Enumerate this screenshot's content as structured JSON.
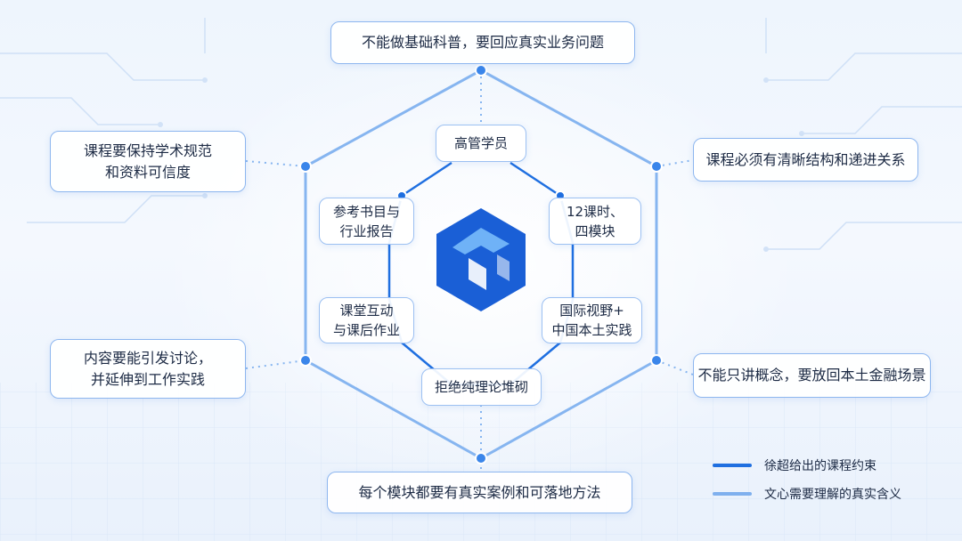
{
  "outer_nodes": {
    "top": "不能做基础科普，要回应真实业务问题",
    "left_upper": "课程要保持学术规范\n和资料可信度",
    "right_upper": "课程必须有清晰结构和递进关系",
    "left_lower": "内容要能引发讨论，\n并延伸到工作实践",
    "right_lower": "不能只讲概念，要放回本土金融场景",
    "bottom": "每个模块都要有真实案例和可落地方法"
  },
  "inner_nodes": {
    "top": "高管学员",
    "upper_left": "参考书目与\n行业报告",
    "upper_right": "12课时、\n四模块",
    "lower_left": "课堂互动\n与课后作业",
    "lower_right": "国际视野+\n中国本土实践",
    "bottom": "拒绝纯理论堆砌"
  },
  "legend": [
    {
      "label": "徐超给出的课程约束",
      "color": "#1f6fe0"
    },
    {
      "label": "文心需要理解的真实含义",
      "color": "#7fb0ee"
    }
  ],
  "colors": {
    "inner_line": "#1f6fe0",
    "outer_line": "#86b5f0",
    "logo_dark": "#1a5fd6",
    "logo_light": "#6fb2f7"
  },
  "logo_icon": "cube-logo-icon"
}
